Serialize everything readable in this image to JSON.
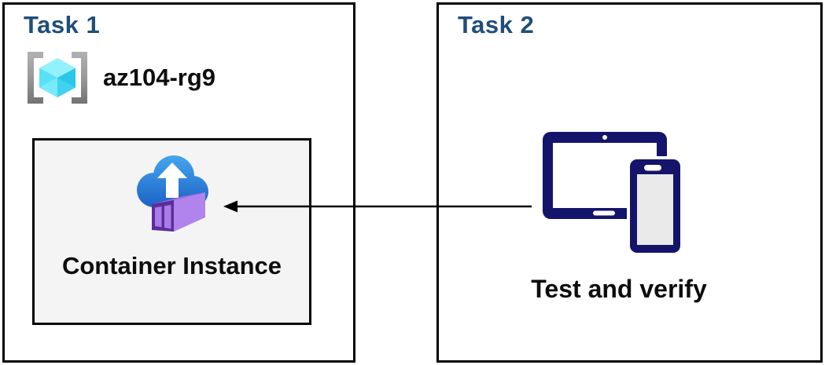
{
  "task1": {
    "title": "Task 1",
    "resource_group": {
      "name": "az104-rg9",
      "icon": "resource-group-icon"
    },
    "container_box": {
      "label": "Container Instance",
      "icon": "container-instances-icon",
      "background": "#F4F4F4"
    }
  },
  "task2": {
    "title": "Task 2",
    "devices": {
      "label": "Test and verify",
      "icon": "devices-icon"
    }
  },
  "arrow": {
    "direction": "right-to-left",
    "from": "devices-icon",
    "to": "container-instance-box"
  },
  "colors": {
    "title_blue": "#1F4E79",
    "device_navy": "#14146B",
    "box_border": "#000000",
    "inner_box_bg": "#F4F4F4",
    "cloud_blue_top": "#44A7EE",
    "cloud_blue_bottom": "#1B5FC4",
    "container_purple_light": "#B183EC",
    "container_purple_dark": "#5C2E9B",
    "cube_cyan_light": "#93F1FD",
    "cube_cyan_mid": "#58E1F7",
    "cube_cyan_dark": "#2BC6E9",
    "bracket_gray": "#9D9D9D"
  }
}
